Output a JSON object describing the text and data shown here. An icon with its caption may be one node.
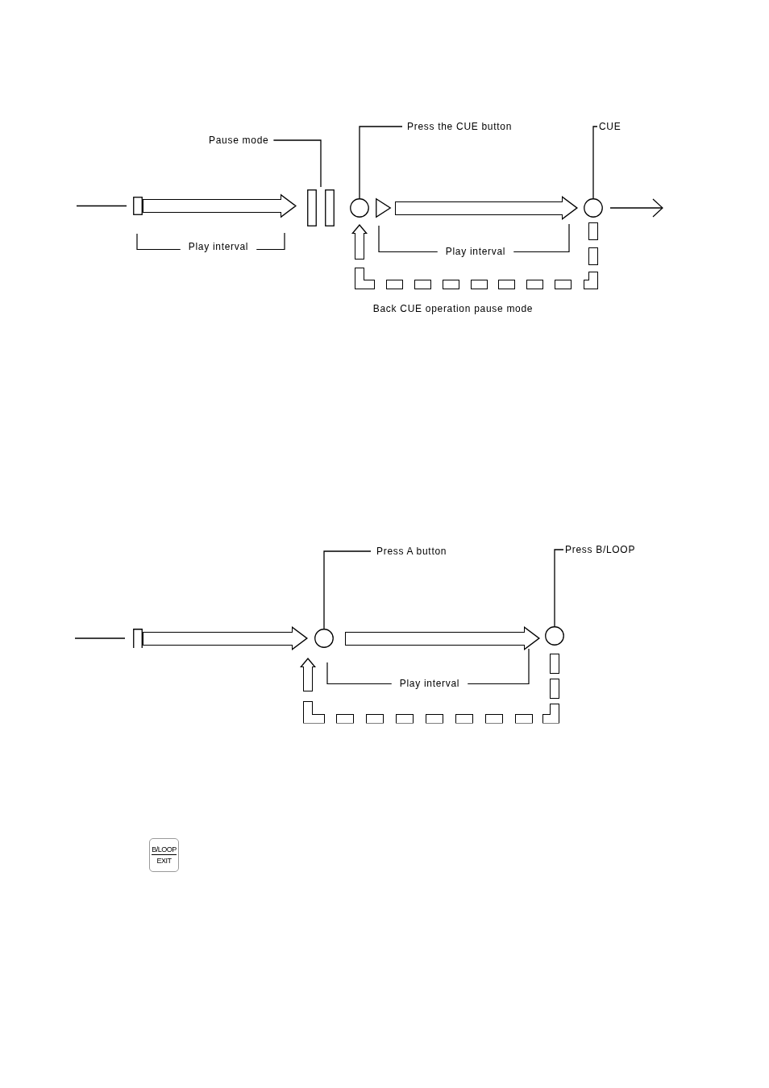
{
  "diagram": {
    "nodes": [
      {
        "text": [
          "Press the CUE button"
        ]
      },
      {
        "text": [
          "CUE"
        ]
      },
      {
        "text": [
          "Pause mode"
        ]
      },
      {
        "text": [],
        "shape": "box"
      },
      {
        "text": [],
        "shape": "bar"
      },
      {
        "text": [],
        "shape": "circle"
      },
      {
        "text": [],
        "shape": "triangle"
      },
      {
        "text": [],
        "shape": "circle"
      },
      {
        "text": [
          "Press A button"
        ]
      },
      {
        "text": [
          "Press B/LOOP"
        ]
      },
      {
        "text": [],
        "shape": "box"
      },
      {
        "text": [],
        "shape": "circle"
      },
      {
        "text": [],
        "shape": "circle"
      },
      {
        "text": [
          "B/LOOP",
          "EXIT"
        ]
      }
    ],
    "edges": [
      {
        "from": null,
        "to": 3,
        "arrow": "none"
      },
      {
        "from": 3,
        "to": 4,
        "arrow": "to",
        "style": "thick"
      },
      {
        "from": 6,
        "to": 7,
        "arrow": "to",
        "style": "thick"
      },
      {
        "from": 7,
        "to": null,
        "arrow": "to"
      },
      {
        "from": 7,
        "to": 5,
        "arrow": "to",
        "style": "dashed",
        "label": "Back CUE operation pause mode"
      },
      {
        "from": 2,
        "to": 4,
        "arrow": "none"
      },
      {
        "from": 0,
        "to": 5,
        "arrow": "none"
      },
      {
        "from": 1,
        "to": 7,
        "arrow": "none"
      },
      {
        "from": null,
        "to": 10,
        "arrow": "none"
      },
      {
        "from": 10,
        "to": 11,
        "arrow": "to",
        "style": "thick"
      },
      {
        "from": 11,
        "to": 12,
        "arrow": "to",
        "style": "thick"
      },
      {
        "from": 12,
        "to": 11,
        "arrow": "to",
        "style": "dashed"
      },
      {
        "from": 8,
        "to": 11,
        "arrow": "none"
      },
      {
        "from": 9,
        "to": 12,
        "arrow": "none"
      }
    ],
    "labels": [
      "Play interval",
      "Play interval",
      "Play interval"
    ]
  }
}
